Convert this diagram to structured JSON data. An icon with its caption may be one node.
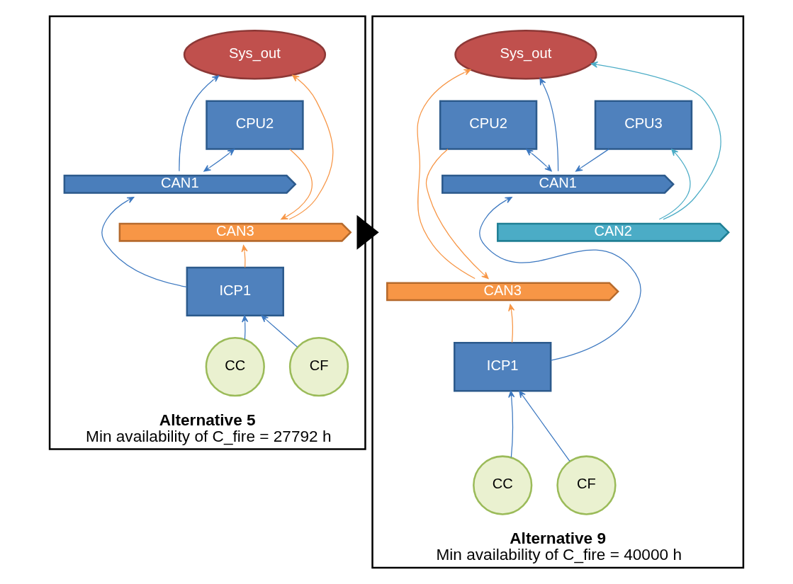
{
  "diagram": {
    "nodes": [
      {
        "text": [
          "Alternative 5",
          "Min availability of C_fire = 27792 h"
        ]
      },
      {
        "text": [
          "Sys_out"
        ],
        "in": 0
      },
      {
        "text": [
          "CPU2"
        ],
        "in": 0
      },
      {
        "text": [
          "CAN1"
        ],
        "in": 0
      },
      {
        "text": [
          "CAN3"
        ],
        "in": 0
      },
      {
        "text": [
          "ICP1"
        ],
        "in": 0
      },
      {
        "text": [
          "CC"
        ],
        "in": 0
      },
      {
        "text": [
          "CF"
        ],
        "in": 0
      },
      {
        "text": [
          "Alternative 9",
          "Min availability of C_fire = 40000 h"
        ]
      },
      {
        "text": [
          "Sys_out"
        ],
        "in": 8
      },
      {
        "text": [
          "CPU2"
        ],
        "in": 8
      },
      {
        "text": [
          "CPU3"
        ],
        "in": 8
      },
      {
        "text": [
          "CAN1"
        ],
        "in": 8
      },
      {
        "text": [
          "CAN2"
        ],
        "in": 8
      },
      {
        "text": [
          "CAN3"
        ],
        "in": 8
      },
      {
        "text": [
          "ICP1"
        ],
        "in": 8
      },
      {
        "text": [
          "CC"
        ],
        "in": 8
      },
      {
        "text": [
          "CF"
        ],
        "in": 8
      }
    ],
    "edges": [
      {
        "from": 2,
        "to": 3,
        "arrow": "both"
      },
      {
        "from": 2,
        "to": 4,
        "arrow": "to",
        "color": "#f79646"
      },
      {
        "from": 3,
        "to": 1,
        "arrow": "to"
      },
      {
        "from": 4,
        "to": 1,
        "arrow": "to",
        "color": "#f79646"
      },
      {
        "from": 5,
        "to": 3,
        "arrow": "to"
      },
      {
        "from": 5,
        "to": 4,
        "arrow": "to",
        "color": "#f79646"
      },
      {
        "from": 6,
        "to": 5,
        "arrow": "to"
      },
      {
        "from": 7,
        "to": 5,
        "arrow": "to"
      },
      {
        "from": 0,
        "to": 8,
        "arrow": "to",
        "style": "thick",
        "color": "#000000"
      },
      {
        "from": 10,
        "to": 14,
        "arrow": "to",
        "color": "#f79646"
      },
      {
        "from": 10,
        "to": 12,
        "arrow": "both"
      },
      {
        "from": 12,
        "to": 9,
        "arrow": "to"
      },
      {
        "from": 13,
        "to": 9,
        "arrow": "to",
        "color": "#4bacc6"
      },
      {
        "from": 14,
        "to": 9,
        "arrow": "to",
        "color": "#f79646"
      },
      {
        "from": 13,
        "to": 11,
        "arrow": "to",
        "color": "#4bacc6"
      },
      {
        "from": 11,
        "to": 12,
        "arrow": "to"
      },
      {
        "from": 15,
        "to": 12,
        "arrow": "to"
      },
      {
        "from": 15,
        "to": 14,
        "arrow": "to",
        "color": "#f79646"
      },
      {
        "from": 16,
        "to": 15,
        "arrow": "to"
      },
      {
        "from": 17,
        "to": 15,
        "arrow": "to"
      }
    ]
  }
}
